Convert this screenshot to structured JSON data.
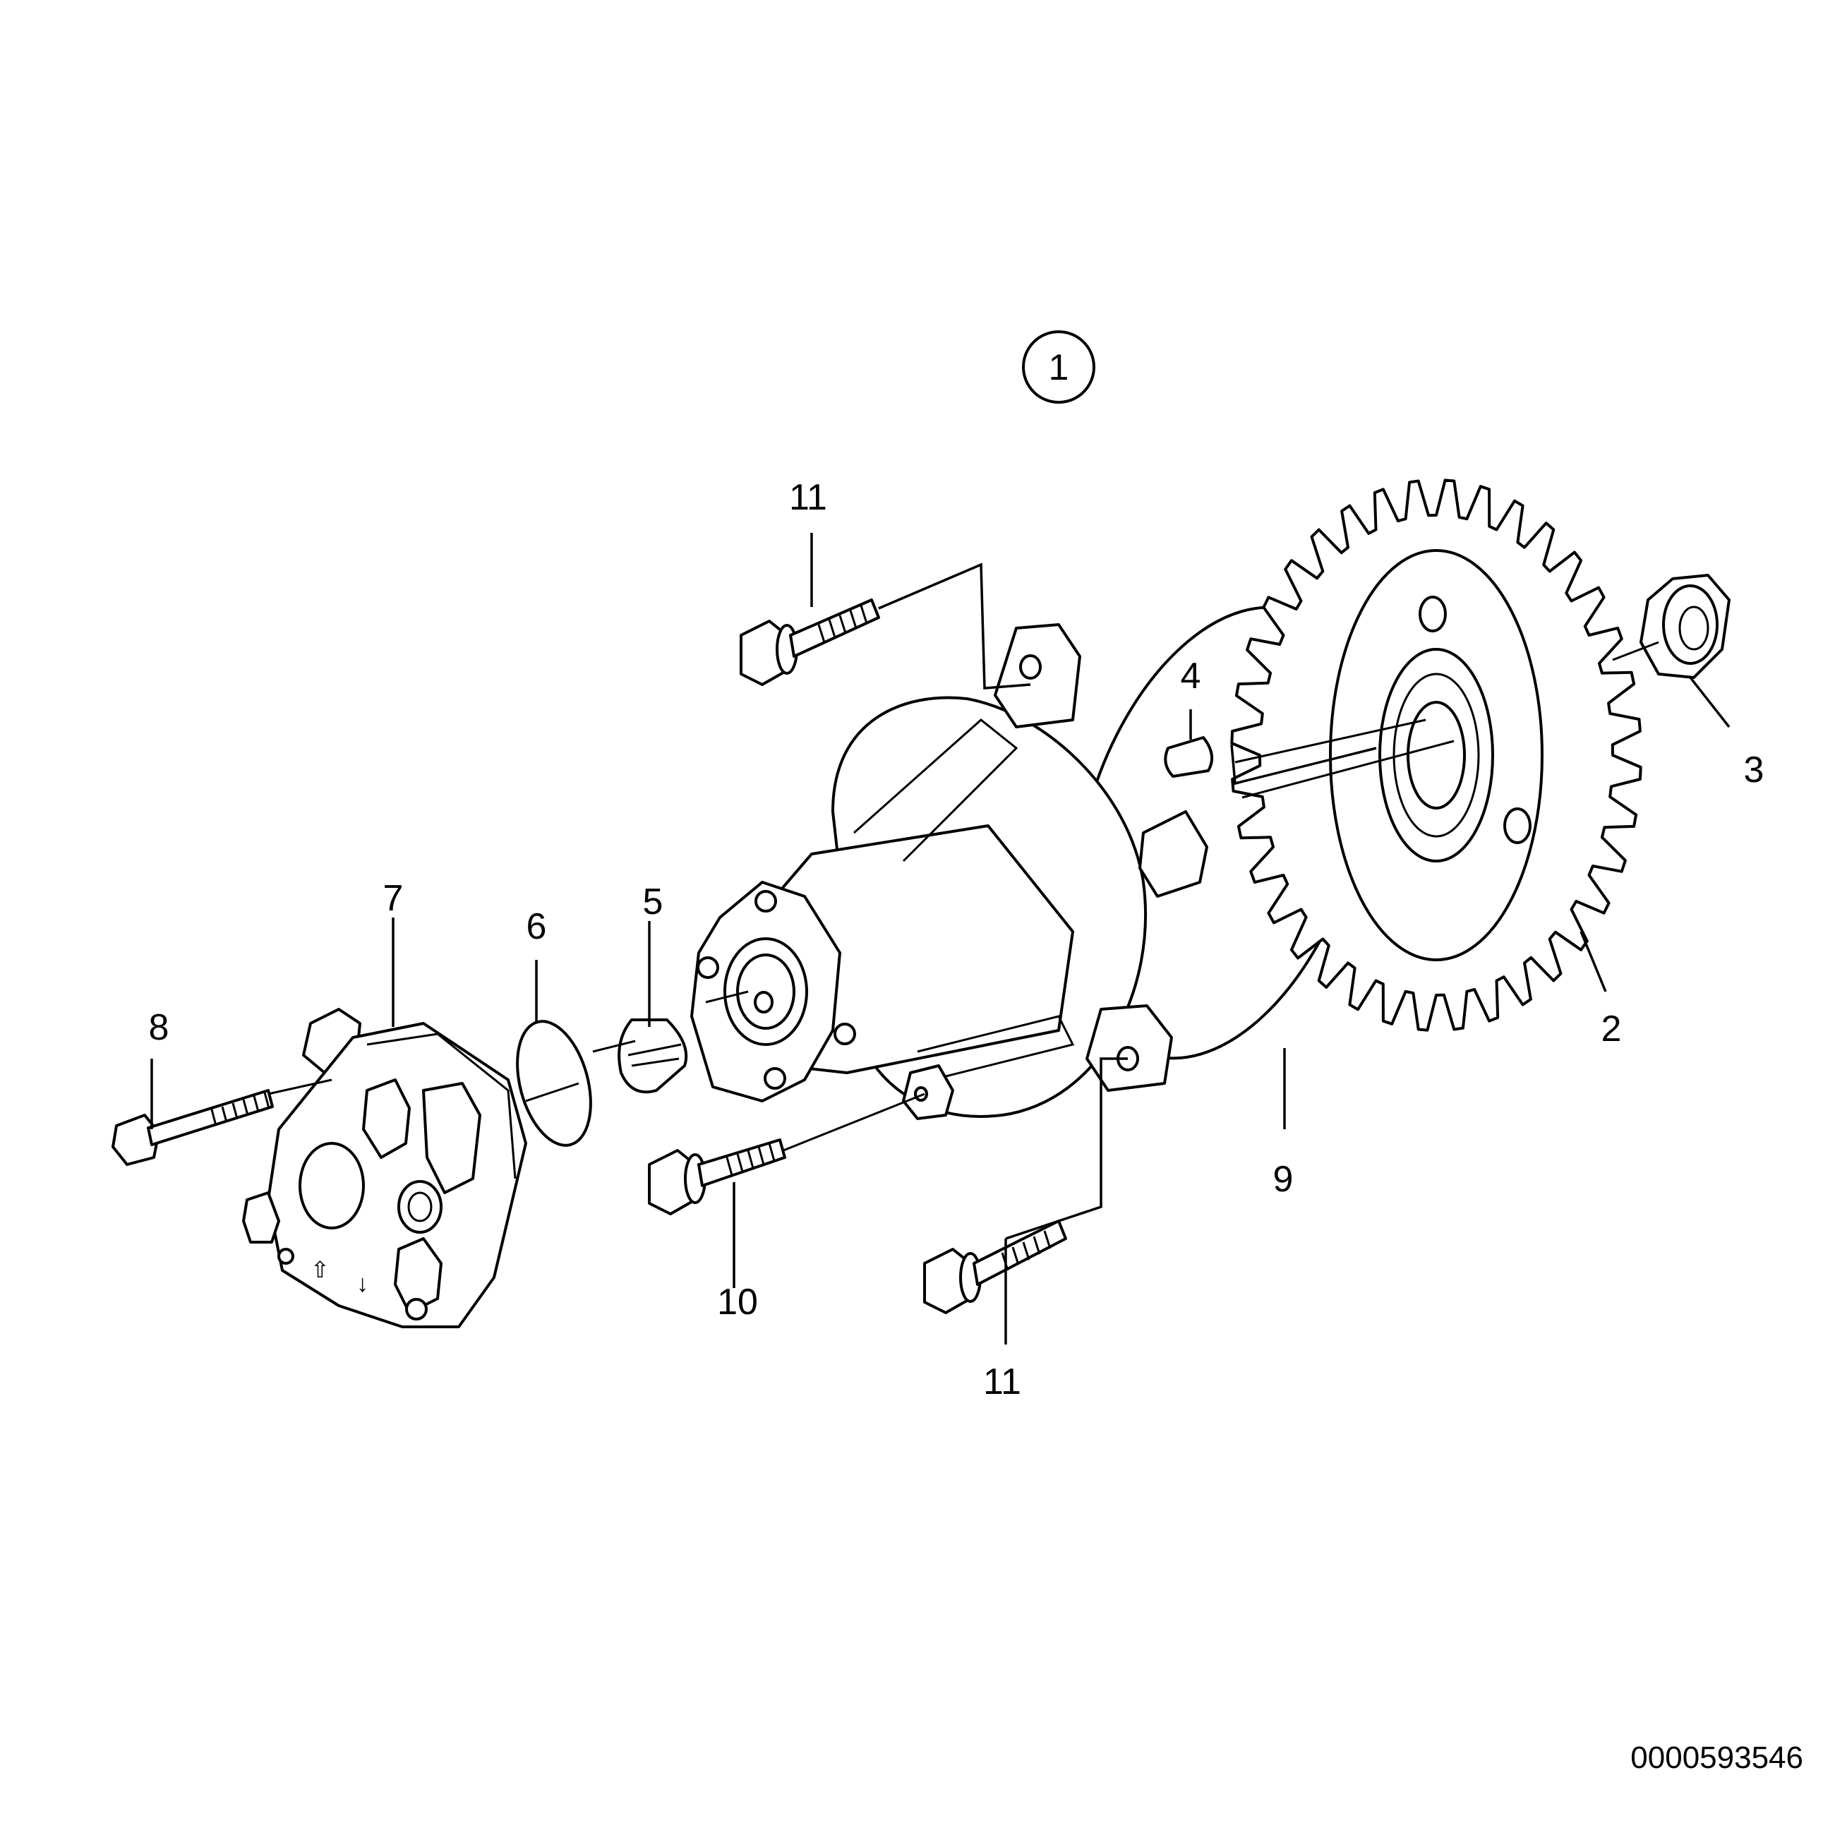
{
  "assembly_label": "1",
  "callouts": {
    "c2": "2",
    "c3": "3",
    "c4": "4",
    "c5": "5",
    "c6": "6",
    "c7": "7",
    "c8": "8",
    "c9": "9",
    "c10": "10",
    "c11_top": "11",
    "c11_bottom": "11"
  },
  "document_id": "0000593546"
}
